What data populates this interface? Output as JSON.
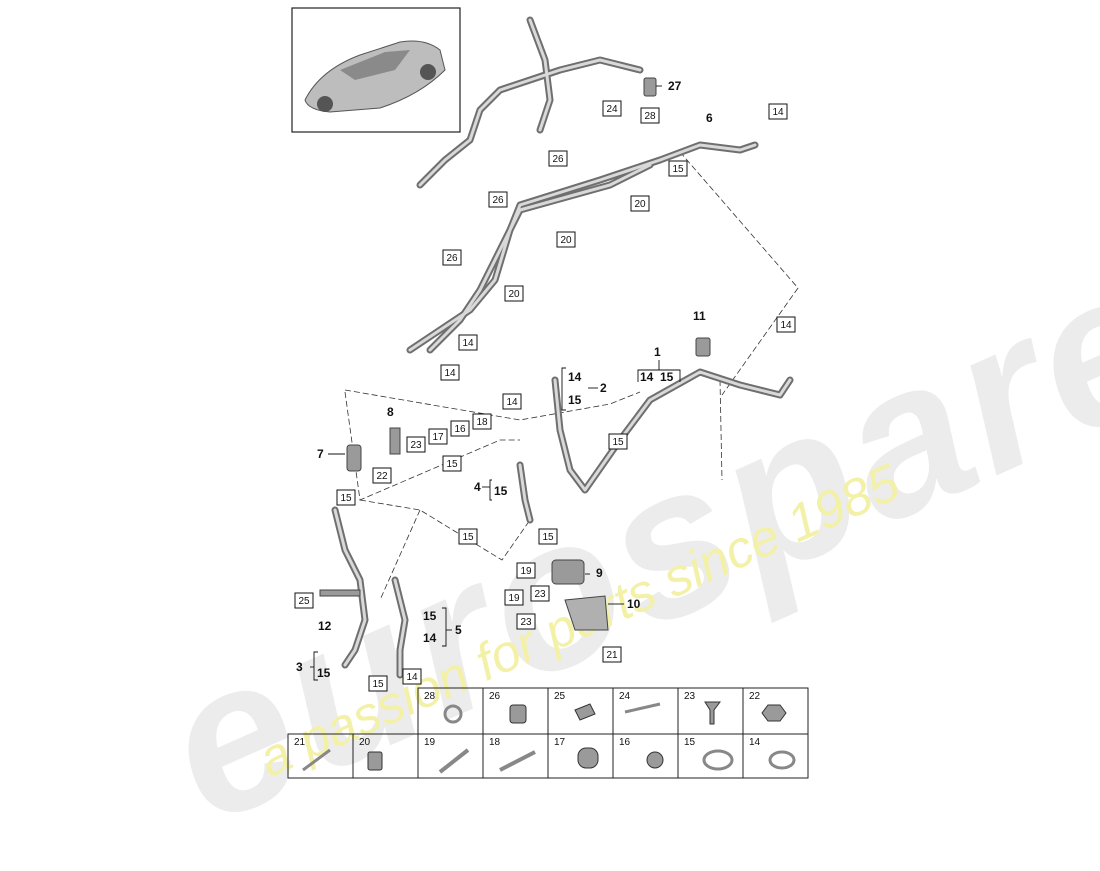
{
  "watermark": {
    "brand": "eurospares",
    "tagline": "a passion for parts since 1985"
  },
  "callouts": {
    "c27": "27",
    "c6": "6",
    "c11": "11",
    "c1": "1",
    "c2": "2",
    "c7": "7",
    "c8": "8",
    "c4": "4",
    "c9": "9",
    "c10": "10",
    "c12": "12",
    "c5": "5",
    "c3": "3",
    "b2a": "14",
    "b2b": "15",
    "b1a": "14",
    "b1b": "15",
    "b4": "15",
    "b5a": "15",
    "b5b": "14",
    "b3": "15"
  },
  "boxes": {
    "bx24": "24",
    "bx28": "28",
    "bx14a": "14",
    "bx26a": "26",
    "bx15a": "15",
    "bx20a": "20",
    "bx26b": "26",
    "bx20b": "20",
    "bx26c": "26",
    "bx20c": "20",
    "bx14b": "14",
    "bx14c": "14",
    "bx14d": "14",
    "bx14e": "14",
    "bx18": "18",
    "bx16": "16",
    "bx17": "17",
    "bx23a": "23",
    "bx15b": "15",
    "bx22": "22",
    "bx15c": "15",
    "bx15d": "15",
    "bx15e": "15",
    "bx15f": "15",
    "bx19a": "19",
    "bx19b": "19",
    "bx23b": "23",
    "bx23c": "23",
    "bx21": "21",
    "bx25": "25",
    "bx15g": "15",
    "bx14f": "14"
  },
  "legend": {
    "row1": [
      "28",
      "26",
      "25",
      "24",
      "23",
      "22"
    ],
    "row2": [
      "21",
      "20",
      "19",
      "18",
      "17",
      "16",
      "15",
      "14"
    ]
  }
}
